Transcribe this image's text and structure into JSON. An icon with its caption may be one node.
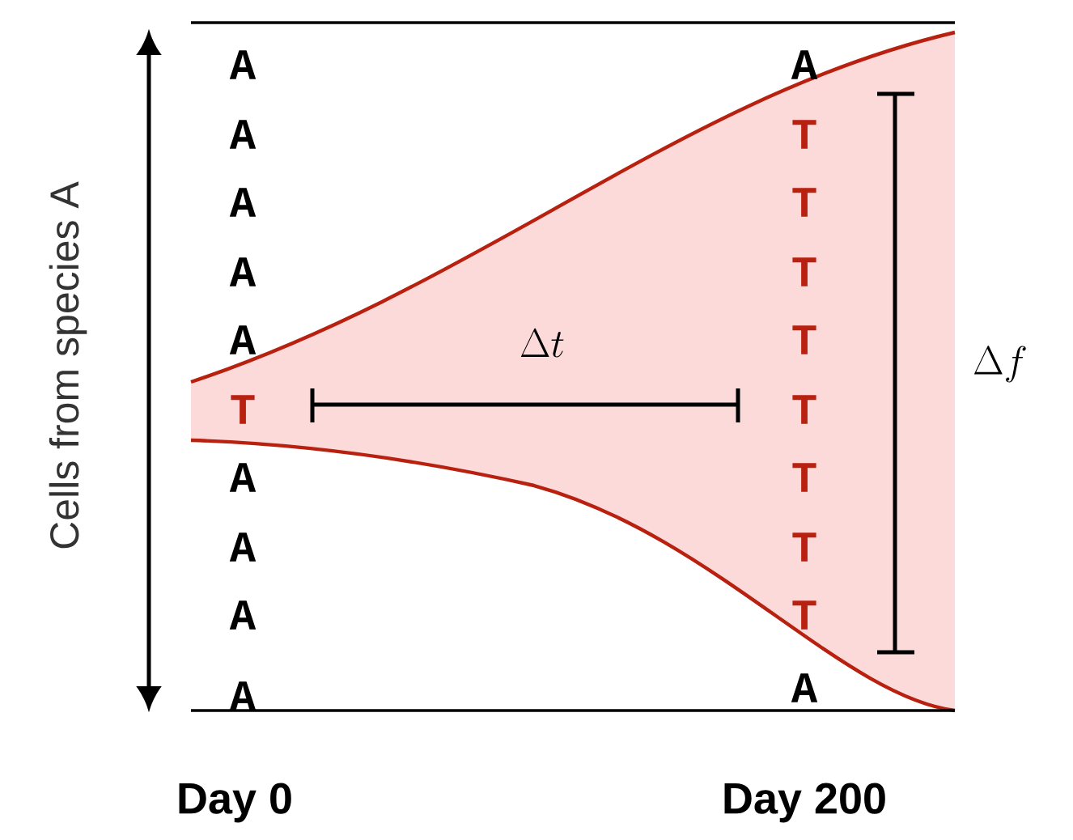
{
  "diagram": {
    "labels": [
      "A",
      "A",
      "A",
      "T",
      "A",
      "T",
      "A",
      "T",
      "A",
      "\\Delta t",
      "T",
      "\\Delta f",
      "T",
      "T",
      "A",
      "T",
      "A",
      "T",
      "A",
      "T",
      "A",
      "A",
      "Cells from species A",
      "Day 0",
      "Day 200"
    ]
  }
}
